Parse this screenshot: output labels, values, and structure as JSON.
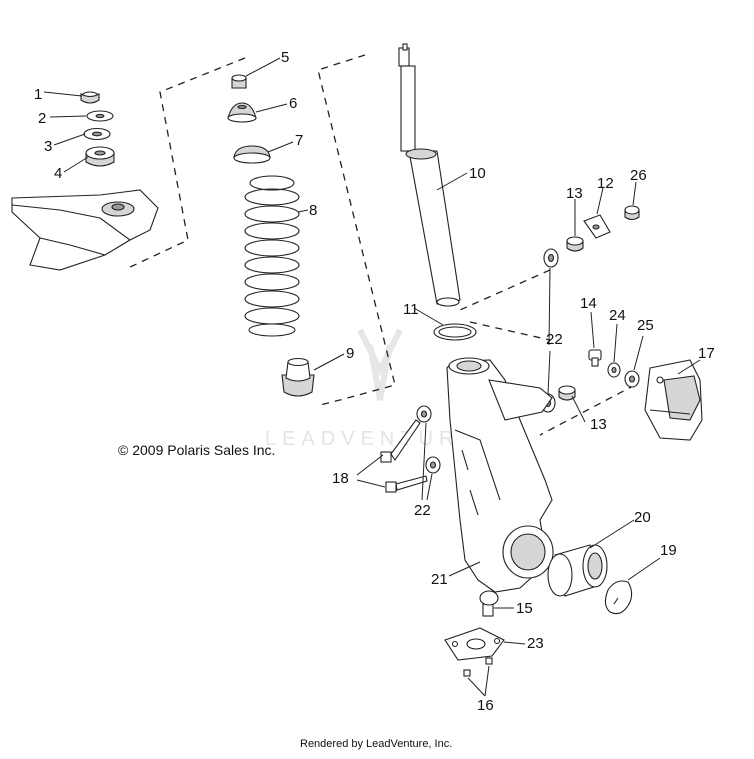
{
  "diagram": {
    "callouts": [
      "1",
      "2",
      "3",
      "4",
      "5",
      "6",
      "7",
      "8",
      "9",
      "10",
      "11",
      "12",
      "13",
      "13",
      "14",
      "15",
      "16",
      "17",
      "18",
      "19",
      "20",
      "21",
      "22",
      "22",
      "23",
      "24",
      "25",
      "26"
    ],
    "copyright": "© 2009 Polaris Sales Inc.",
    "footer": "Rendered by LeadVenture, Inc.",
    "watermark": "LEADVENTURE"
  }
}
